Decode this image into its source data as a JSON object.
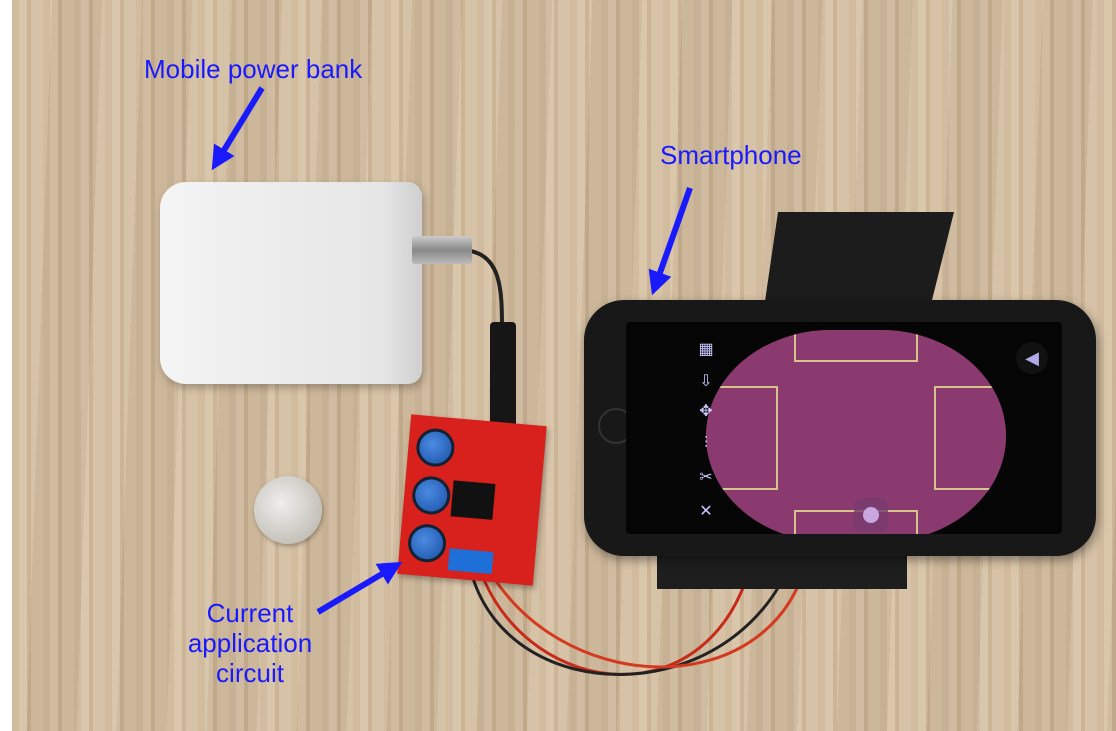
{
  "labels": {
    "power_bank": "Mobile power bank",
    "smartphone": "Smartphone",
    "circuit_line1": "Current",
    "circuit_line2": "application",
    "circuit_line3": "circuit"
  },
  "colors": {
    "label": "#1a1aff",
    "arrow": "#1a1aff"
  }
}
